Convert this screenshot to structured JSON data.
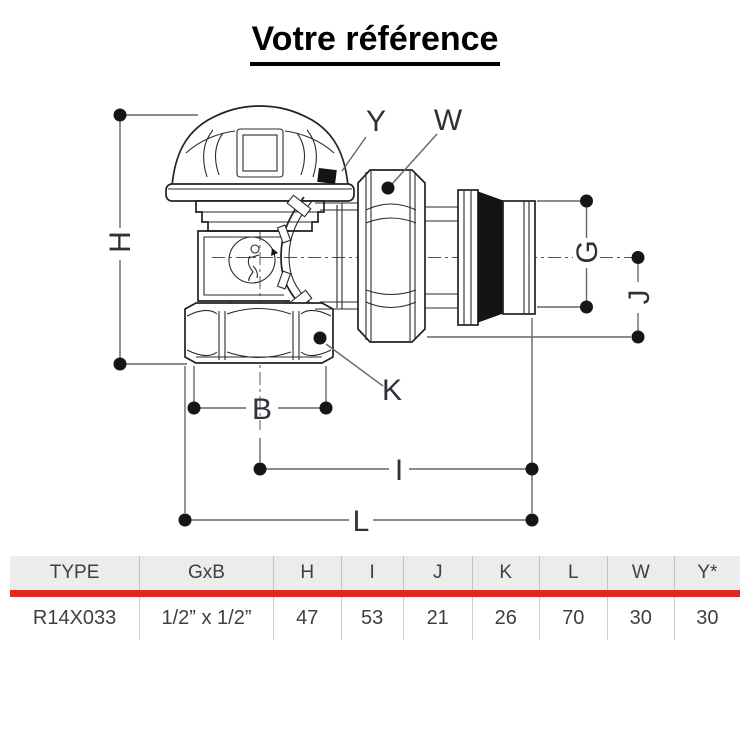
{
  "title": "Votre référence",
  "diagram": {
    "labels": {
      "H": "H",
      "Y": "Y",
      "W": "W",
      "G": "G",
      "J": "J",
      "B": "B",
      "K": "K",
      "I": "I",
      "L": "L"
    }
  },
  "table": {
    "headers": [
      "TYPE",
      "GxB",
      "H",
      "I",
      "J",
      "K",
      "L",
      "W",
      "Y*"
    ],
    "row": [
      "R14X033",
      "1/2” x 1/2”",
      "47",
      "53",
      "21",
      "26",
      "70",
      "30",
      "30"
    ],
    "accent_red": "#da2a21"
  },
  "colors": {
    "drawing_line": "#222222",
    "dimension_line": "#666666",
    "label_text": "#2e3238",
    "table_header_bg": "#ececec",
    "table_separator": "#c9c9c9",
    "table_text": "#3c4045"
  }
}
